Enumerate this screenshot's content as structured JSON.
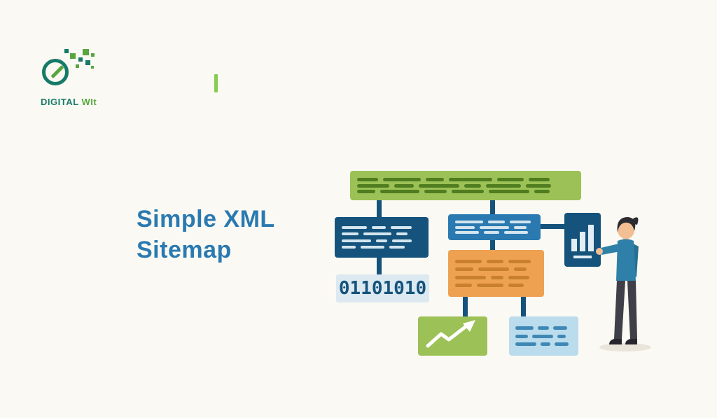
{
  "theme": {
    "bg": "#fbf9f3",
    "title-color": "#2a7ab1",
    "logo-teal": "#167a68",
    "logo-green": "#57a63e",
    "green": "#9cc156",
    "navy": "#15537c",
    "blue": "#2a7ab1",
    "orange": "#eda151",
    "lightblue": "#badcec",
    "dash-green": "#4f7d20",
    "dash-light": "#d3e5ef",
    "dash-orange": "#c87f2e",
    "dash-blue": "#3f88b5",
    "binary-bg": "#dce9f1",
    "connector": "#15537c",
    "skin": "#f2bf94",
    "hair": "#2b2b31",
    "shirt": "#2e80a9",
    "shirt-dark": "#27708f",
    "pants": "#3f3f47",
    "shoes": "#26262c"
  },
  "logo": {
    "word1": "DIGITAL",
    "word2": "WIt"
  },
  "title": {
    "line1": "Simple XML",
    "line2": "Sitemap"
  },
  "diagram": {
    "binary": "01101010"
  }
}
